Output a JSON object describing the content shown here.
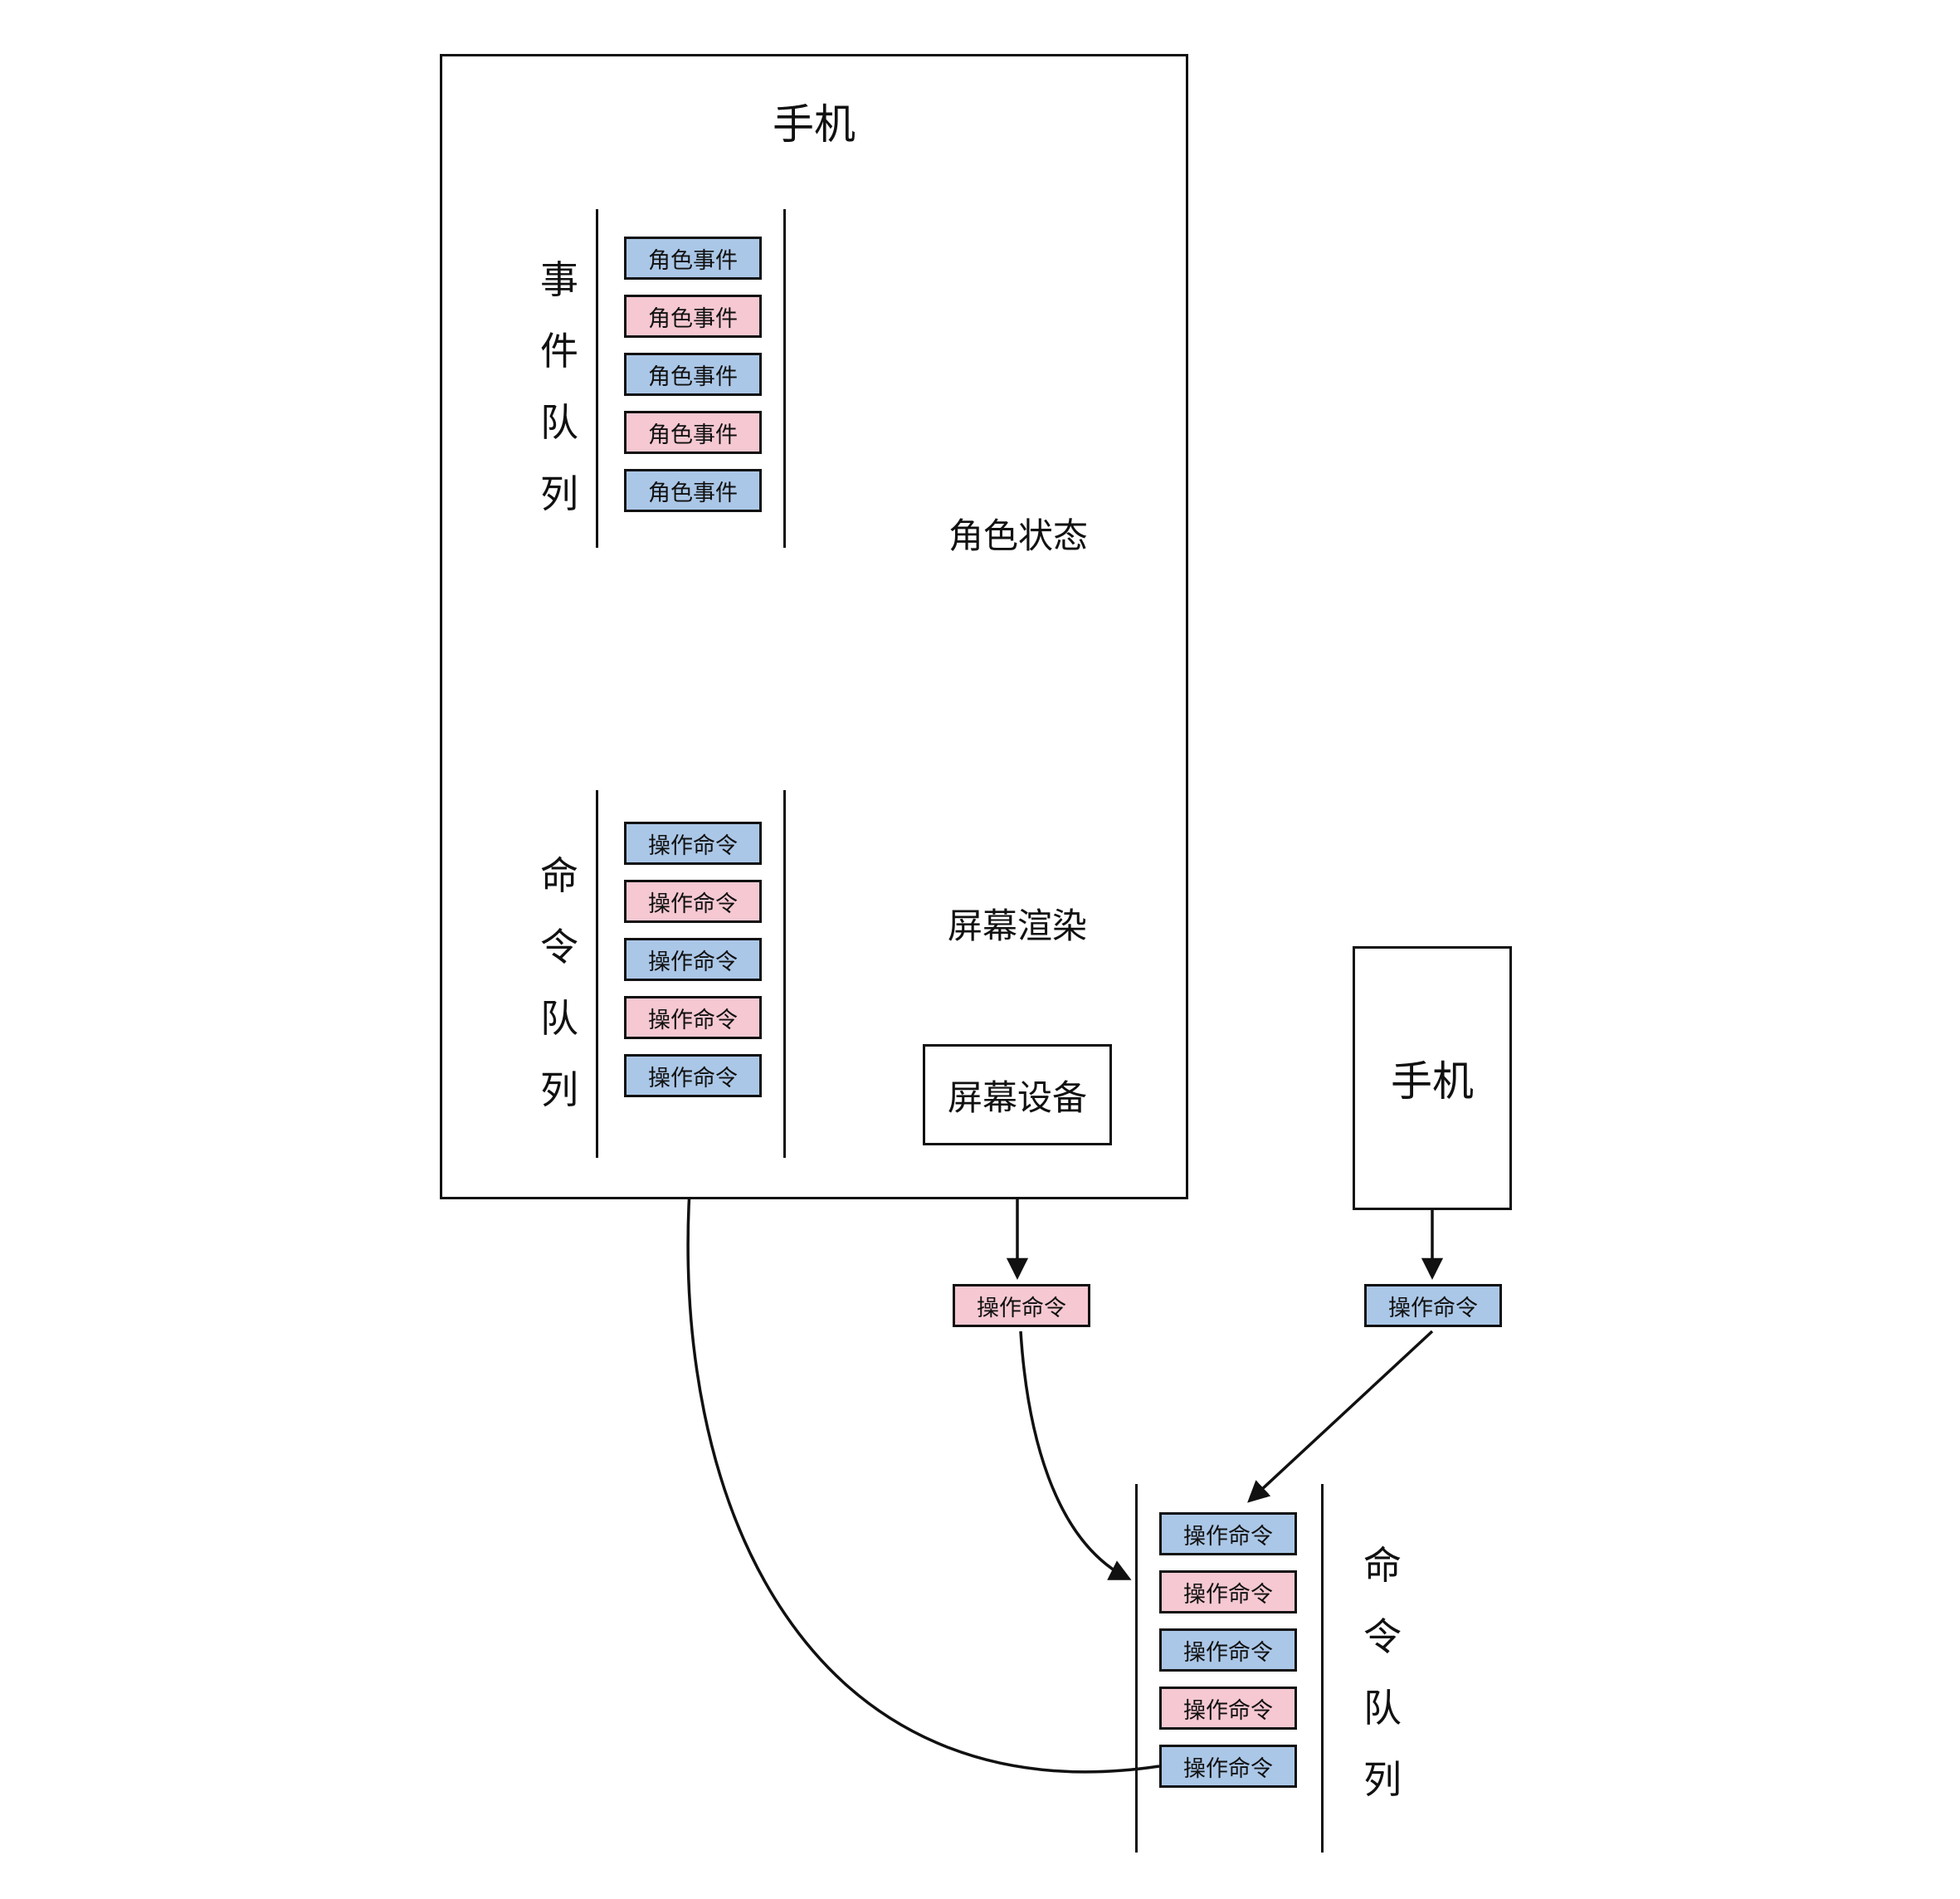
{
  "colors": {
    "blue": "#abc7e7",
    "pink": "#f5c8d2",
    "stroke": "#111111"
  },
  "main_phone": {
    "title": "手机"
  },
  "event_queue": {
    "label": "事件队列",
    "items": [
      {
        "label": "角色事件",
        "color": "blue"
      },
      {
        "label": "角色事件",
        "color": "pink"
      },
      {
        "label": "角色事件",
        "color": "blue"
      },
      {
        "label": "角色事件",
        "color": "pink"
      },
      {
        "label": "角色事件",
        "color": "blue"
      }
    ]
  },
  "command_queue": {
    "label": "命令队列",
    "items": [
      {
        "label": "操作命令",
        "color": "blue"
      },
      {
        "label": "操作命令",
        "color": "pink"
      },
      {
        "label": "操作命令",
        "color": "blue"
      },
      {
        "label": "操作命令",
        "color": "pink"
      },
      {
        "label": "操作命令",
        "color": "blue"
      }
    ]
  },
  "character_state": {
    "label": "角色状态"
  },
  "screen_render": {
    "label": "屏幕渲染"
  },
  "screen_device": {
    "label": "屏幕设备"
  },
  "outgoing_command": {
    "label": "操作命令",
    "color": "pink"
  },
  "remote_phone": {
    "title": "手机"
  },
  "remote_command": {
    "label": "操作命令",
    "color": "blue"
  },
  "remote_queue": {
    "label": "命令队列",
    "items": [
      {
        "label": "操作命令",
        "color": "blue"
      },
      {
        "label": "操作命令",
        "color": "pink"
      },
      {
        "label": "操作命令",
        "color": "blue"
      },
      {
        "label": "操作命令",
        "color": "pink"
      },
      {
        "label": "操作命令",
        "color": "blue"
      }
    ]
  }
}
